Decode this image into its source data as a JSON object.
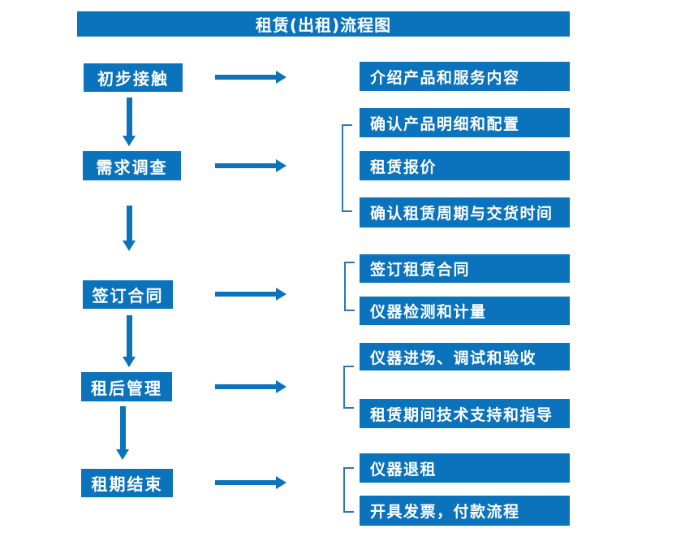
{
  "title": "租赁(出租)流程图",
  "colors": {
    "primary": "#0b72bc",
    "bracket": "#2e75b6",
    "text": "#ffffff",
    "background": "#ffffff"
  },
  "steps": [
    {
      "label": "初步接触",
      "details": [
        "介绍产品和服务内容"
      ]
    },
    {
      "label": "需求调查",
      "details": [
        "确认产品明细和配置",
        "租赁报价",
        "确认租赁周期与交货时间"
      ]
    },
    {
      "label": "签订合同",
      "details": [
        "签订租赁合同",
        "仪器检测和计量"
      ]
    },
    {
      "label": "租后管理",
      "details": [
        "仪器进场、调试和验收",
        "租赁期间技术支持和指导"
      ]
    },
    {
      "label": "租期结束",
      "details": [
        "仪器退租",
        "开具发票，付款流程"
      ]
    }
  ]
}
